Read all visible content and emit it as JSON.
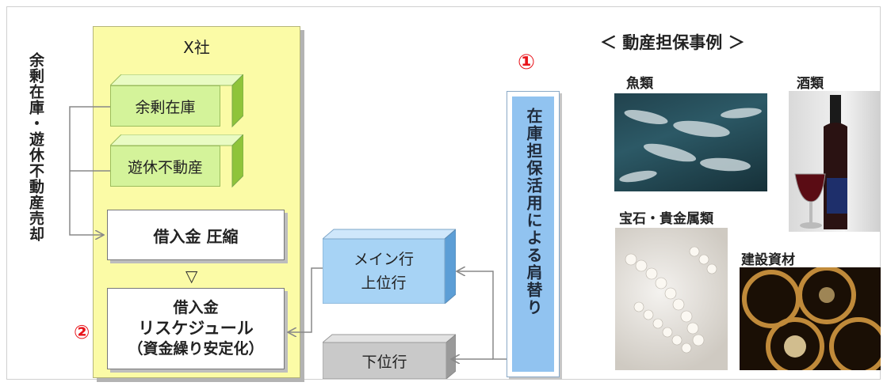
{
  "left_label": "余剰在庫・遊休不動産売却",
  "company": {
    "title": "X社",
    "surplus_inventory": "余剰在庫",
    "idle_real_estate": "遊休不動産",
    "loan_compression": "借入金 圧縮",
    "arrow_down": "▽",
    "reschedule_line1": "借入金",
    "reschedule_line2": "リスケジュール",
    "reschedule_line3": "（資金繰り安定化）",
    "marker2": "②"
  },
  "banks": {
    "main_line1": "メイン行",
    "main_line2": "上位行",
    "lower": "下位行"
  },
  "takeover": {
    "marker1": "①",
    "label": "在庫担保活用による肩替り"
  },
  "examples": {
    "heading": "＜ 動産担保事例 ＞",
    "fish": "魚類",
    "liquor": "酒類",
    "jewels": "宝石・貴金属類",
    "materials": "建設資材"
  },
  "colors": {
    "company_bg": "#fbfba6",
    "cube_green": "#d4f39a",
    "main_bank_blue": "#a7d3f5",
    "lower_bank_gray": "#c9c9c9",
    "takeover_blue": "#91c3f0",
    "marker_red": "#e8141b"
  }
}
